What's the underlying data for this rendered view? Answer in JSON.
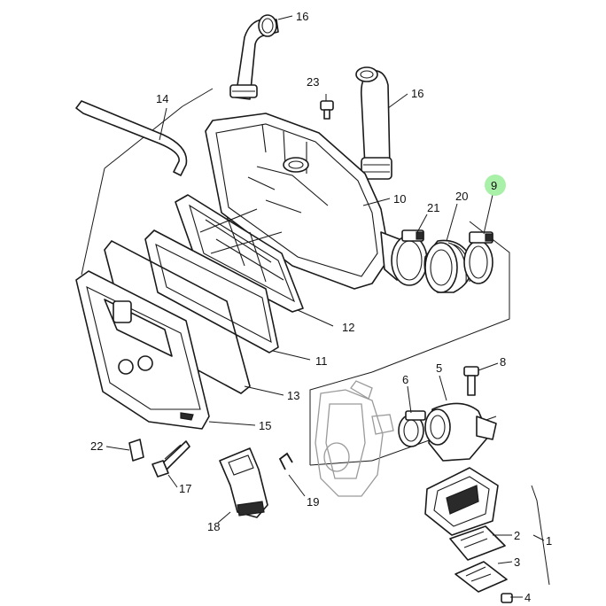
{
  "highlight_color": "#a9f0a9",
  "callouts": {
    "c1": "1",
    "c2": "2",
    "c3": "3",
    "c4": "4",
    "c5": "5",
    "c6": "6",
    "c8": "8",
    "c9": "9",
    "c10": "10",
    "c11": "11",
    "c12": "12",
    "c13": "13",
    "c14": "14",
    "c15": "15",
    "c16a": "16",
    "c16b": "16",
    "c17": "17",
    "c18": "18",
    "c19": "19",
    "c20": "20",
    "c21": "21",
    "c22": "22",
    "c23": "23"
  },
  "highlighted_callout": "9"
}
